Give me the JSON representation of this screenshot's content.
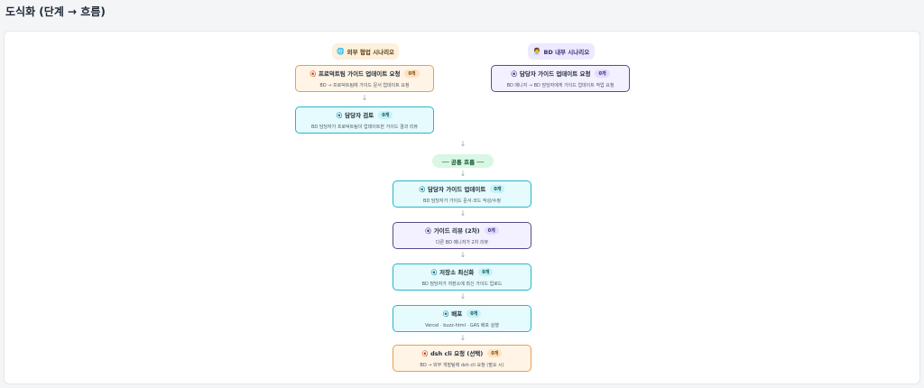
{
  "page": {
    "title": "도식화 (단계 → 흐름)"
  },
  "scenarios": {
    "external": {
      "icon": "🌐",
      "label": "외부 협업 시나리오"
    },
    "internal": {
      "icon": "🧑‍💼",
      "label": "BD 내부 시나리오"
    }
  },
  "common_flow_label": "── 공통 흐름 ──",
  "arrow_glyph": "↓",
  "nodes": [
    {
      "icon": "⦿",
      "title": "프로덕트팀 가이드 업데이트 요청",
      "count": "0개",
      "desc": "BD → 프로덕트팀에 가이드 문서 업데이트 요청"
    },
    {
      "icon": "⦿",
      "title": "담당자 가이드 업데이트 요청",
      "count": "0개",
      "desc": "BD 매니저 → BD 담당자에게 가이드 업데이트 작업 요청"
    },
    {
      "icon": "⦿",
      "title": "담당자 검토",
      "count": "0개",
      "desc": "BD 담당자가 프로덕트팀이 업데이트한 가이드 결과 리뷰"
    },
    {
      "icon": "⦿",
      "title": "담당자 가이드 업데이트",
      "count": "0개",
      "desc": "BD 담당자가 가이드 문서·코드 작성/수정"
    },
    {
      "icon": "⦿",
      "title": "가이드 리뷰 (2차)",
      "count": "0개",
      "desc": "다른 BD 매니저가 2차 리뷰"
    },
    {
      "icon": "⦿",
      "title": "저장소 최신화",
      "count": "0개",
      "desc": "BD 담당자가 저장소에 최신 가이드 업로드"
    },
    {
      "icon": "⦿",
      "title": "배포",
      "count": "0개",
      "desc": "Vercel · buzz-html · GAS 배포 실행"
    },
    {
      "icon": "⦿",
      "title": "dsh cli 요청 (선택)",
      "count": "0개",
      "desc": "BD → 외부 개발팀에 dsh cli 요청 (필요 시)"
    }
  ]
}
